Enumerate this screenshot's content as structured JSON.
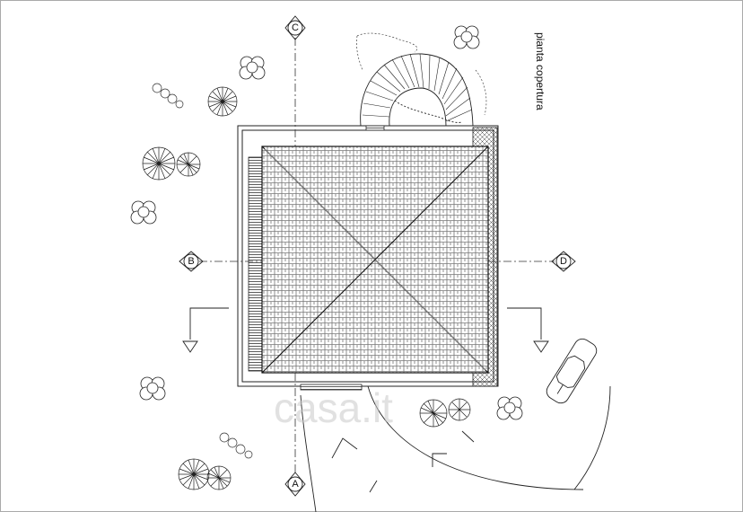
{
  "drawing": {
    "title": "pianta copertura",
    "watermark": "casa.it"
  },
  "section_markers": {
    "top": "C",
    "bottom": "A",
    "left": "B",
    "right": "D"
  },
  "colors": {
    "line": "#222222",
    "background": "#ffffff",
    "watermark": "#c9c9c9"
  }
}
